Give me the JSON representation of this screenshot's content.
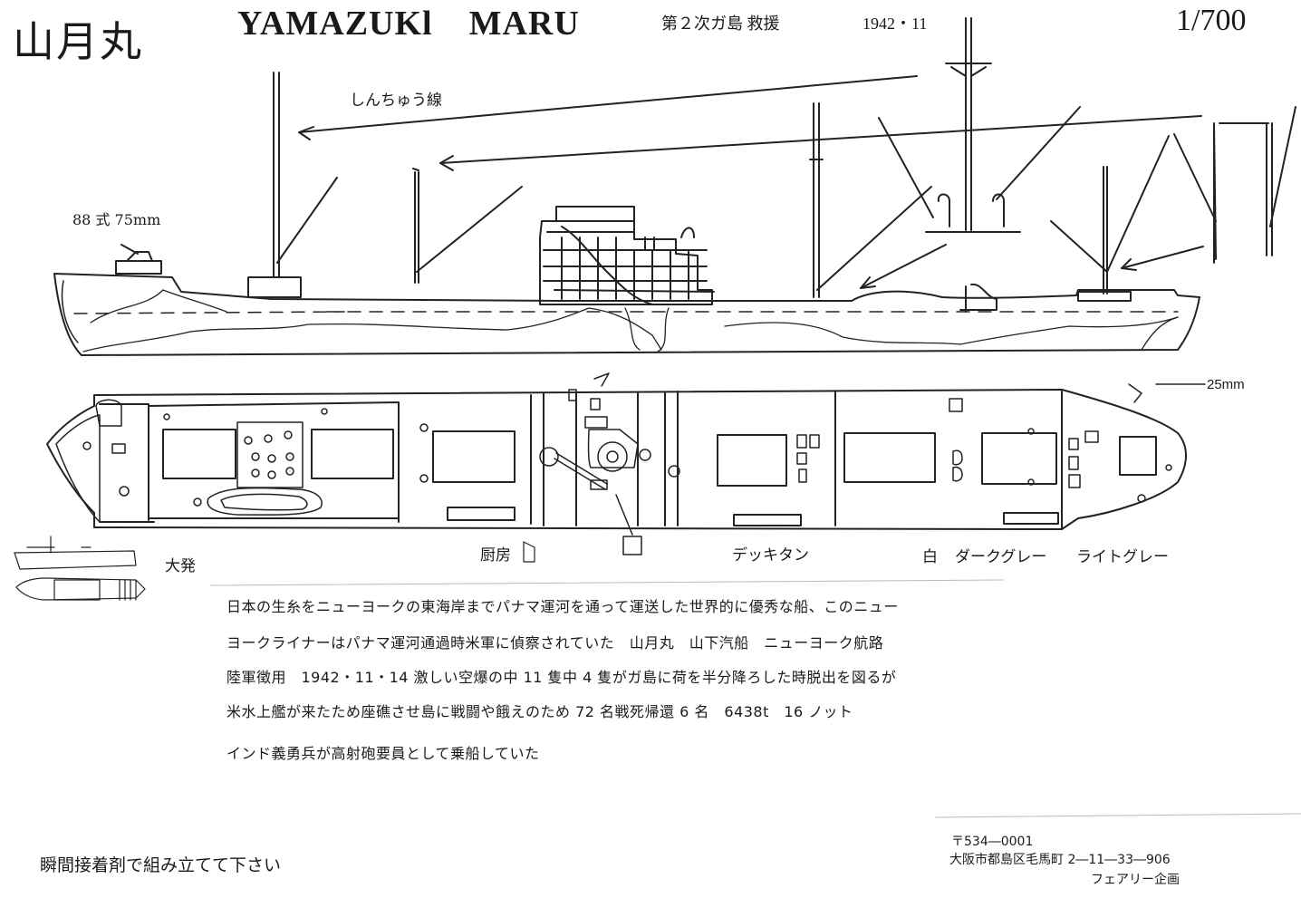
{
  "header": {
    "title_jp": "山月丸",
    "title_en_1": "YAMAZUKl",
    "title_en_2": "MARU",
    "subtitle": "第２次ガ島 救援",
    "date": "1942・11",
    "scale": "1/700"
  },
  "side_view": {
    "gun_label": "88 式 75mm",
    "cable_label": "しんちゅう線"
  },
  "deck_plan": {
    "aa_label": "25mm",
    "galley_label": "厨房",
    "deck_tan_label": "デッキタン",
    "color_white": "白",
    "color_dark_gray": "ダークグレー",
    "color_light_gray": "ライトグレー",
    "boat_label": "大発"
  },
  "description": {
    "line1": "日本の生糸をニューヨークの東海岸までパナマ運河を通って運送した世界的に優秀な船、このニュー",
    "line2": "ヨークライナーはパナマ運河通過時米軍に偵察されていた　山月丸　山下汽船　ニューヨーク航路",
    "line3": "陸軍徴用　1942・11・14 激しい空爆の中 11 隻中 4 隻がガ島に荷を半分降ろした時脱出を図るが",
    "line4": "米水上艦が来たため座礁させ島に戦闘や餓えのため 72 名戦死帰還 6 名　6438t　16 ノット",
    "line5": "インド義勇兵が高射砲要員として乗船していた"
  },
  "footer": {
    "instruction": "瞬間接着剤で組み立てて下さい",
    "postal": "〒534―0001",
    "address": "大阪市都島区毛馬町 2―11―33―906",
    "company": "フェアリー企画"
  }
}
